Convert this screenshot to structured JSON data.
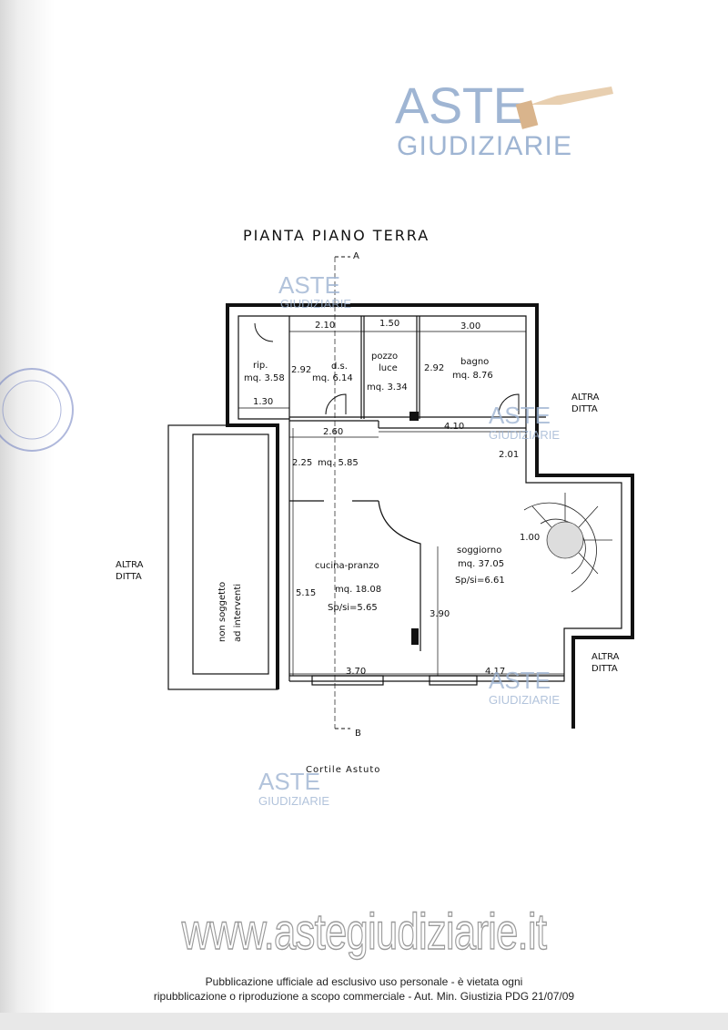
{
  "watermark": {
    "line1": "ASTE",
    "line2": "GIUDIZIARIE"
  },
  "plan": {
    "title": "PIANTA PIANO TERRA",
    "section_top": "A",
    "section_bottom": "B",
    "courtyard": "Cortile Astuto",
    "neighbor": {
      "line1": "ALTRA",
      "line2": "DITTA"
    },
    "excluded": {
      "line1": "non soggetto",
      "line2": "ad interventi"
    },
    "rooms": {
      "rip": {
        "name": "rip.",
        "area": "mq. 3.58"
      },
      "ds": {
        "name": "d.s.",
        "area": "mq. 6.14"
      },
      "pozzo": {
        "name1": "pozzo",
        "name2": "luce",
        "area": "mq. 3.34"
      },
      "bagno": {
        "name": "bagno",
        "area": "mq. 8.76"
      },
      "disimpegno": {
        "area": "mq. 5.85"
      },
      "cucina": {
        "name": "cucina-pranzo",
        "area": "mq. 18.08",
        "ratio": "Sp/si=5.65"
      },
      "soggiorno": {
        "name": "soggiorno",
        "area": "mq. 37.05",
        "ratio": "Sp/si=6.61"
      }
    },
    "dimensions": {
      "d210": "2.10",
      "d150": "1.50",
      "d300": "3.00",
      "d292a": "2.92",
      "d292b": "2.92",
      "d130": "1.30",
      "d260": "2.60",
      "d410": "4.10",
      "d225": "2.25",
      "d201": "2.01",
      "d100": "1.00",
      "d515": "5.15",
      "d390": "3.90",
      "d370": "3.70",
      "d417": "4.17"
    }
  },
  "footer": {
    "site": "www.astegiudiziarie.it",
    "line1": "Pubblicazione ufficiale ad esclusivo uso personale - è vietata ogni",
    "line2": "ripubblicazione o riproduzione a scopo commerciale - Aut. Min. Giustizia PDG 21/07/09"
  },
  "colors": {
    "watermark": "#9fb5d3",
    "ink": "#111111"
  }
}
